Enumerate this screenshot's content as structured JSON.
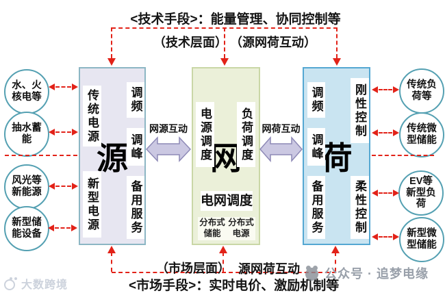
{
  "top_banner": {
    "title": "<技术手段>：能量管理、协同控制等",
    "tech_level": "（技术层面）",
    "interaction": "（源网荷互动）"
  },
  "bottom_banner": {
    "market_level": "（市场层面）",
    "interaction": "源网荷互动",
    "title": "<市场手段>：实时电价、激励机制等"
  },
  "source_column": {
    "big_char": "源",
    "traditional": "传统电源",
    "new_type": "新型电源",
    "freq": "调频",
    "peak": "调峰",
    "backup": "备用服务"
  },
  "grid_column": {
    "big_char": "网",
    "source_dispatch": "电源调度",
    "load_dispatch": "负荷调度",
    "grid_dispatch": "电网调度",
    "dist_storage": "分布式\n储能",
    "dist_source": "分布式\n电源"
  },
  "load_column": {
    "big_char": "荷",
    "freq": "调频",
    "peak": "调峰",
    "backup": "备用服务",
    "rigid": "刚性控制",
    "flexible": "柔性控制"
  },
  "interactions": {
    "grid_source": "网源互动",
    "grid_load": "网荷互动"
  },
  "left_circles": [
    {
      "label": "水、火\n核电等"
    },
    {
      "label": "抽水蓄\n能"
    },
    {
      "label": "风光等\n新能源"
    },
    {
      "label": "新型储\n能设备"
    }
  ],
  "right_circles": [
    {
      "label": "传统负\n荷等"
    },
    {
      "label": "传统微\n型储能"
    },
    {
      "label": "EV等\n新型负\n荷"
    },
    {
      "label": "新型微\n型储能"
    }
  ],
  "watermarks": {
    "left_text": "大数跨境",
    "right_text": "公众号 · 追梦电缘"
  },
  "colors": {
    "dashed_red": "#e22218",
    "source_fill": "#e7e6f1",
    "grid_fill": "#ebf0d9",
    "load_fill": "#c9e4f1",
    "purple_arrow": "#cbc8e2",
    "circle_border": "#54a0b2"
  }
}
